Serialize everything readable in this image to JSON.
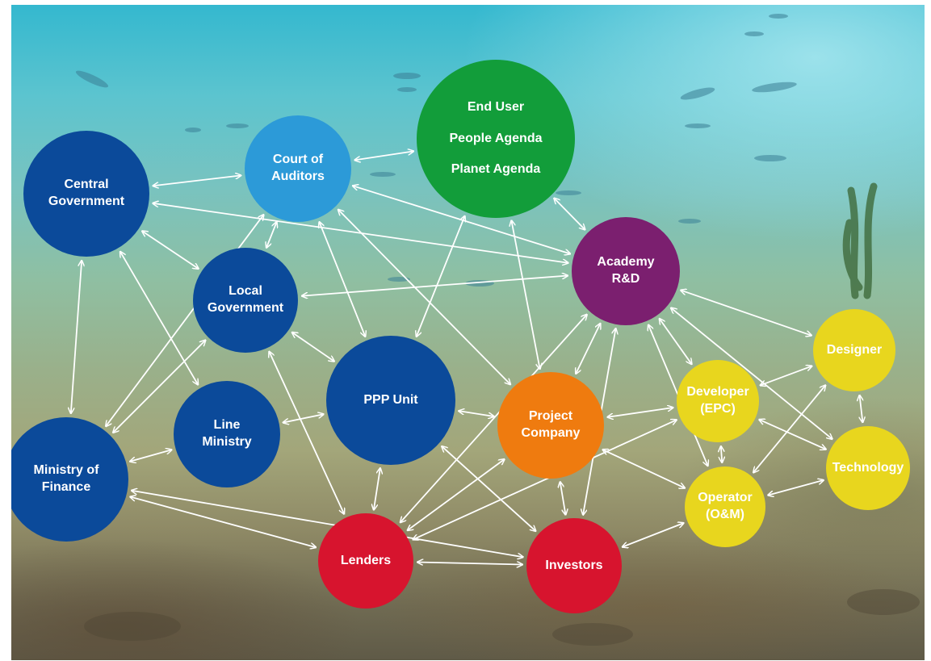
{
  "nodes": {
    "central_government": [
      "Central",
      "Government"
    ],
    "court_of_auditors": [
      "Court of",
      "Auditors"
    ],
    "end_user": [
      "End User",
      "People Agenda",
      "Planet Agenda"
    ],
    "academy": [
      "Academy",
      "R&D"
    ],
    "local_government": [
      "Local",
      "Government"
    ],
    "ppp_unit": [
      "PPP Unit"
    ],
    "project_company": [
      "Project",
      "Company"
    ],
    "line_ministry": [
      "Line",
      "Ministry"
    ],
    "ministry_of_finance": [
      "Ministry of",
      "Finance"
    ],
    "lenders": [
      "Lenders"
    ],
    "investors": [
      "Investors"
    ],
    "developer": [
      "Developer",
      "(EPC)"
    ],
    "designer": [
      "Designer"
    ],
    "technology": [
      "Technology"
    ],
    "operator": [
      "Operator",
      "(O&M)"
    ]
  },
  "colors": {
    "government_blue": "#0b4a9a",
    "auditor_blue": "#2c9ad8",
    "end_user_green": "#129d3a",
    "academy_purple": "#7b1f6f",
    "project_orange": "#ef7b0f",
    "finance_red": "#d7142e",
    "contractor_yellow": "#e8d61e",
    "connector": "#ffffff"
  },
  "connections": [
    [
      "central_government",
      "court_of_auditors"
    ],
    [
      "central_government",
      "academy"
    ],
    [
      "central_government",
      "local_government"
    ],
    [
      "central_government",
      "ministry_of_finance"
    ],
    [
      "central_government",
      "line_ministry"
    ],
    [
      "court_of_auditors",
      "end_user"
    ],
    [
      "court_of_auditors",
      "local_government"
    ],
    [
      "court_of_auditors",
      "ppp_unit"
    ],
    [
      "court_of_auditors",
      "project_company"
    ],
    [
      "court_of_auditors",
      "academy"
    ],
    [
      "court_of_auditors",
      "ministry_of_finance"
    ],
    [
      "end_user",
      "academy"
    ],
    [
      "end_user",
      "ppp_unit"
    ],
    [
      "end_user",
      "project_company"
    ],
    [
      "local_government",
      "academy"
    ],
    [
      "local_government",
      "ppp_unit"
    ],
    [
      "local_government",
      "lenders"
    ],
    [
      "local_government",
      "ministry_of_finance"
    ],
    [
      "academy",
      "project_company"
    ],
    [
      "academy",
      "lenders"
    ],
    [
      "academy",
      "investors"
    ],
    [
      "academy",
      "developer"
    ],
    [
      "academy",
      "designer"
    ],
    [
      "academy",
      "technology"
    ],
    [
      "academy",
      "operator"
    ],
    [
      "ppp_unit",
      "line_ministry"
    ],
    [
      "ppp_unit",
      "project_company"
    ],
    [
      "ppp_unit",
      "lenders"
    ],
    [
      "ppp_unit",
      "investors"
    ],
    [
      "project_company",
      "lenders"
    ],
    [
      "project_company",
      "investors"
    ],
    [
      "project_company",
      "developer"
    ],
    [
      "project_company",
      "operator"
    ],
    [
      "line_ministry",
      "ministry_of_finance"
    ],
    [
      "ministry_of_finance",
      "lenders"
    ],
    [
      "ministry_of_finance",
      "investors"
    ],
    [
      "lenders",
      "investors"
    ],
    [
      "lenders",
      "developer"
    ],
    [
      "investors",
      "operator"
    ],
    [
      "developer",
      "designer"
    ],
    [
      "developer",
      "operator"
    ],
    [
      "developer",
      "technology"
    ],
    [
      "designer",
      "technology"
    ],
    [
      "designer",
      "operator"
    ],
    [
      "operator",
      "technology"
    ]
  ]
}
